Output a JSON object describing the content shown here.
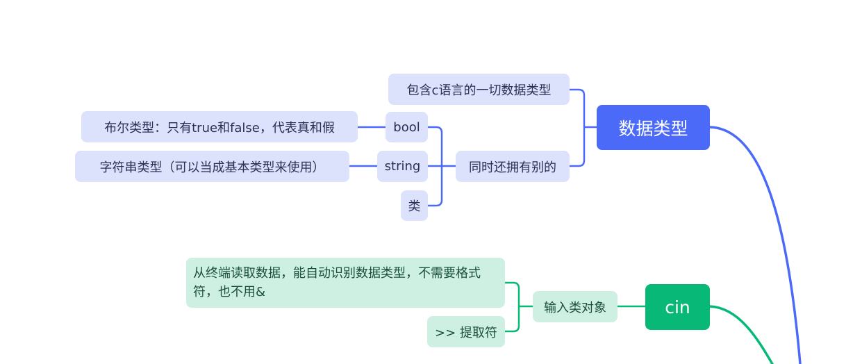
{
  "theme": {
    "blue_line": "#4b6af7",
    "green_line": "#07b877",
    "blue_leaf_bg": "#dce2fb",
    "green_leaf_bg": "#cdf0e2"
  },
  "mindmap": {
    "data_types": {
      "label": "数据类型",
      "children": {
        "includes_c": "包含c语言的一切数据类型",
        "also_has": {
          "label": "同时还拥有别的",
          "children": {
            "bool": {
              "label": "bool",
              "note": "布尔类型：只有true和false，代表真和假"
            },
            "string": {
              "label": "string",
              "note": "字符串类型（可以当成基本类型来使用）"
            },
            "class": {
              "label": "类"
            }
          }
        }
      }
    },
    "cin": {
      "label": "cin",
      "children": {
        "input_object": {
          "label": "输入类对象",
          "children": {
            "reads_terminal": "从终端读取数据，能自动识别数据类型，不需要格式符，也不用&",
            "extraction": ">> 提取符"
          }
        }
      }
    }
  }
}
